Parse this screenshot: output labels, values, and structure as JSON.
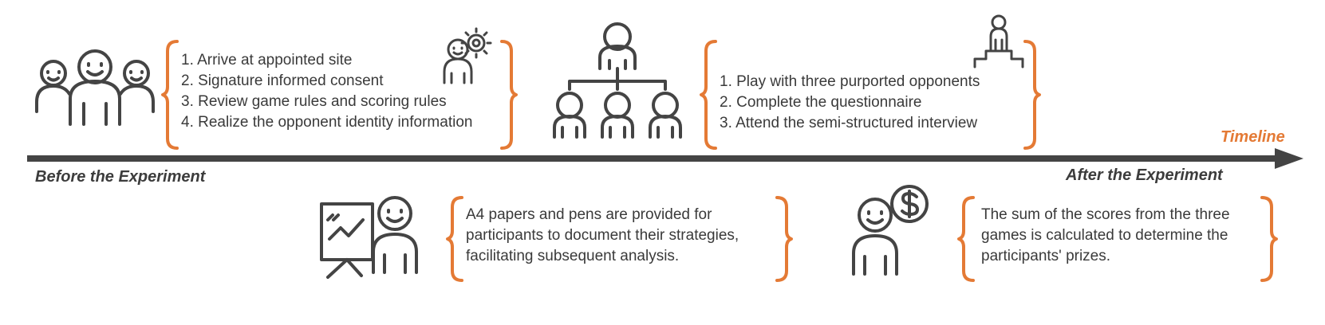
{
  "timeline": {
    "label": "Timeline",
    "start_label": "Before the Experiment",
    "end_label": "After the Experiment",
    "accent_color": "#e47a35",
    "line_color": "#444444"
  },
  "before_box": {
    "items": [
      "1. Arrive at appointed site",
      "2. Signature informed consent",
      "3. Review game rules and scoring rules",
      "4. Realize the opponent identity information"
    ]
  },
  "experiment_box": {
    "items": [
      "1. Play with three purported opponents",
      "2. Complete the questionnaire",
      "3. Attend the semi-structured interview"
    ]
  },
  "notes_box": {
    "lines": [
      "A4 papers and pens are provided for",
      "participants to document their strategies,",
      "facilitating subsequent analysis."
    ]
  },
  "prize_box": {
    "lines": [
      "The sum of the scores from the three",
      "games is calculated to determine the",
      "participants' prizes."
    ]
  },
  "icons": [
    "group-of-people-icon",
    "person-with-gear-icon",
    "hierarchy-people-icon",
    "podium-person-icon",
    "presenter-chart-icon",
    "person-dollar-icon"
  ]
}
